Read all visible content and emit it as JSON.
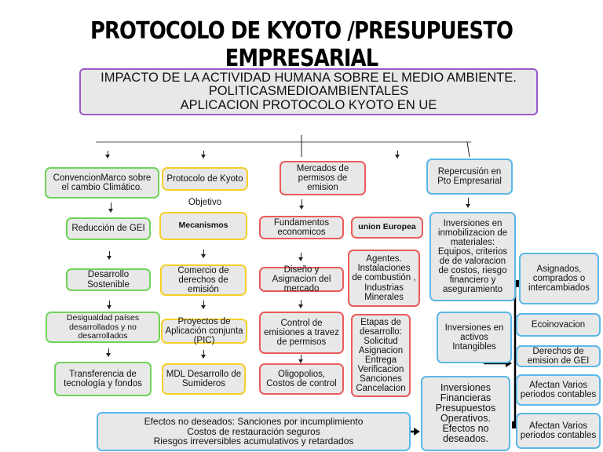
{
  "title": "PROTOCOLO DE KYOTO /PRESUPUESTO EMPRESARIAL",
  "main_box": {
    "line1": "IMPACTO DE LA ACTIVIDAD HUMANA SOBRE EL MEDIO AMBIENTE.",
    "line2": "POLITICASMEDIOAMBIENTALES",
    "line3": "APLICACION PROTOCOLO KYOTO EN UE"
  },
  "col1": {
    "top": "ConvencionMarco sobre el cambio Climático.",
    "items": [
      "Reducción de GEI",
      "Desarrollo Sostenible",
      "Desigualdad países desarrollados y no desarrollados",
      "Transferencia de tecnología y fondos"
    ]
  },
  "col2": {
    "top": "Protocolo de Kyoto",
    "objective_label": "Objetivo",
    "mechanisms": "Mecanismos",
    "items": [
      "Comercio de derechos de emisión",
      "Proyectos de Aplicación conjunta (PIC)",
      "MDL Desarrollo de Sumideros"
    ]
  },
  "col3": {
    "top": "Mercados de permisos de emision",
    "fundamentos": "Fundamentos economicos",
    "union": "union Europea",
    "items": [
      "Diseño y Asignacion del mercado",
      "Control de emisiones a travez de permisos",
      "Oligopolios, Costos de control"
    ],
    "agentes": "Agentes. Instalaciones de combustión , Industrias Minerales",
    "etapas": "Etapas de desarrollo: Solicitud Asignacion Entrega Verificacion Sanciones Cancelacion"
  },
  "col4": {
    "top": "Repercusión en Pto Empresarial",
    "inversiones_mat": "Inversiones en inmobilizacion de materiales: Equipos, criterios de de valoracion de costos, riesgo financiero y aseguramiento",
    "inversiones_int": "Inversiones en activos Intangibles",
    "inversiones_fin": "Inversiones Financieras Presupuestos Operativos. Efectos no deseados."
  },
  "col5": {
    "items": [
      "Asignados, comprados o intercambiados",
      "Ecoinovacion",
      "Derechos de emision de GEI",
      "Afectan Varios periodos contables",
      "Afectan Varios periodos contables"
    ]
  },
  "bottom_box": {
    "line1": "Efectos no deseados: Sanciones por incumplimiento",
    "line2": "Costos de restauración seguros",
    "line3": "Riesgos irreversibles acumulativos y retardados"
  }
}
